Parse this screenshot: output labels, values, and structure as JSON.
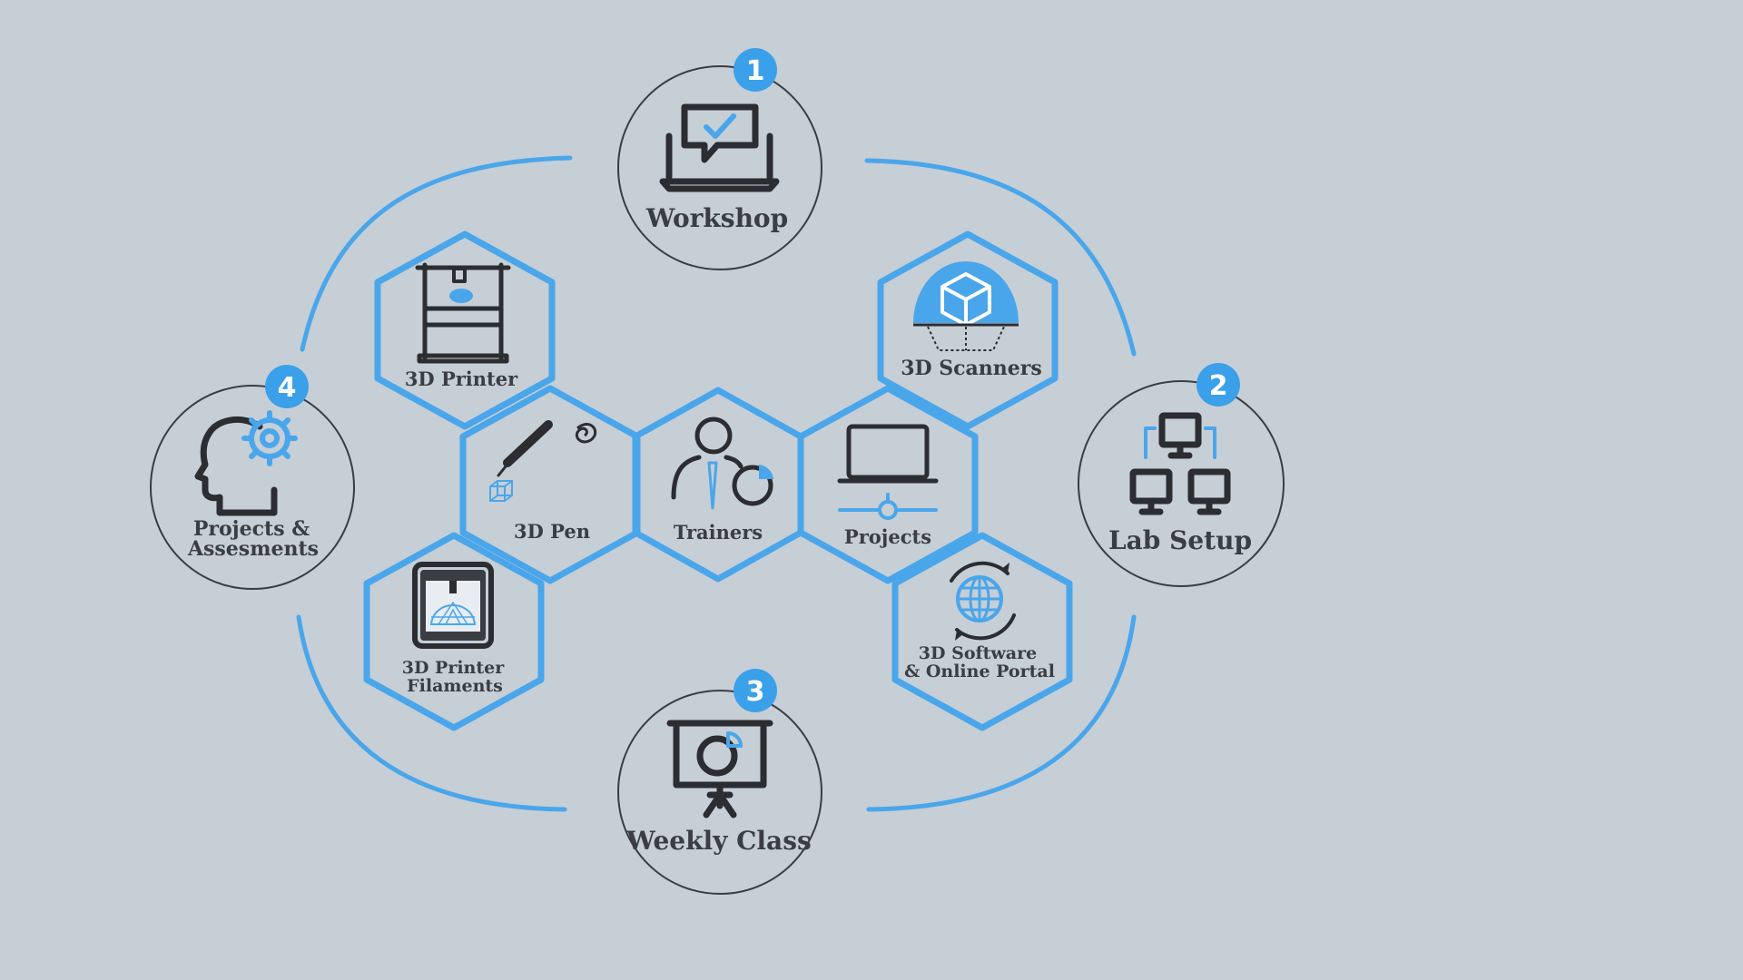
{
  "colors": {
    "background": "#c6ced6",
    "accent": "#4aa6ea",
    "ink": "#2b2d31",
    "badge": "#3aa0ea"
  },
  "stages": [
    {
      "number": "1",
      "label": "Workshop",
      "icon": "laptop-chat-check-icon"
    },
    {
      "number": "2",
      "label": "Lab Setup",
      "icon": "network-computers-icon"
    },
    {
      "number": "3",
      "label": "Weekly Class",
      "icon": "presentation-board-icon"
    },
    {
      "number": "4",
      "label": "Projects & Assesments",
      "label_line1": "Projects &",
      "label_line2": "Assesments",
      "icon": "head-gear-icon"
    }
  ],
  "components": [
    {
      "label": "3D Printer",
      "icon": "3d-printer-icon"
    },
    {
      "label": "3D Pen",
      "icon": "3d-pen-icon"
    },
    {
      "label": "Trainers",
      "icon": "trainer-chart-icon"
    },
    {
      "label": "Projects",
      "icon": "laptop-network-icon"
    },
    {
      "label": "3D Scanners",
      "icon": "3d-scanner-icon"
    },
    {
      "label": "3D Printer Filaments",
      "label_line1": "3D Printer",
      "label_line2": "Filaments",
      "icon": "filament-printer-icon"
    },
    {
      "label": "3D Software & Online Portal",
      "label_line1": "3D Software",
      "label_line2": "& Online Portal",
      "icon": "globe-sync-icon"
    }
  ]
}
